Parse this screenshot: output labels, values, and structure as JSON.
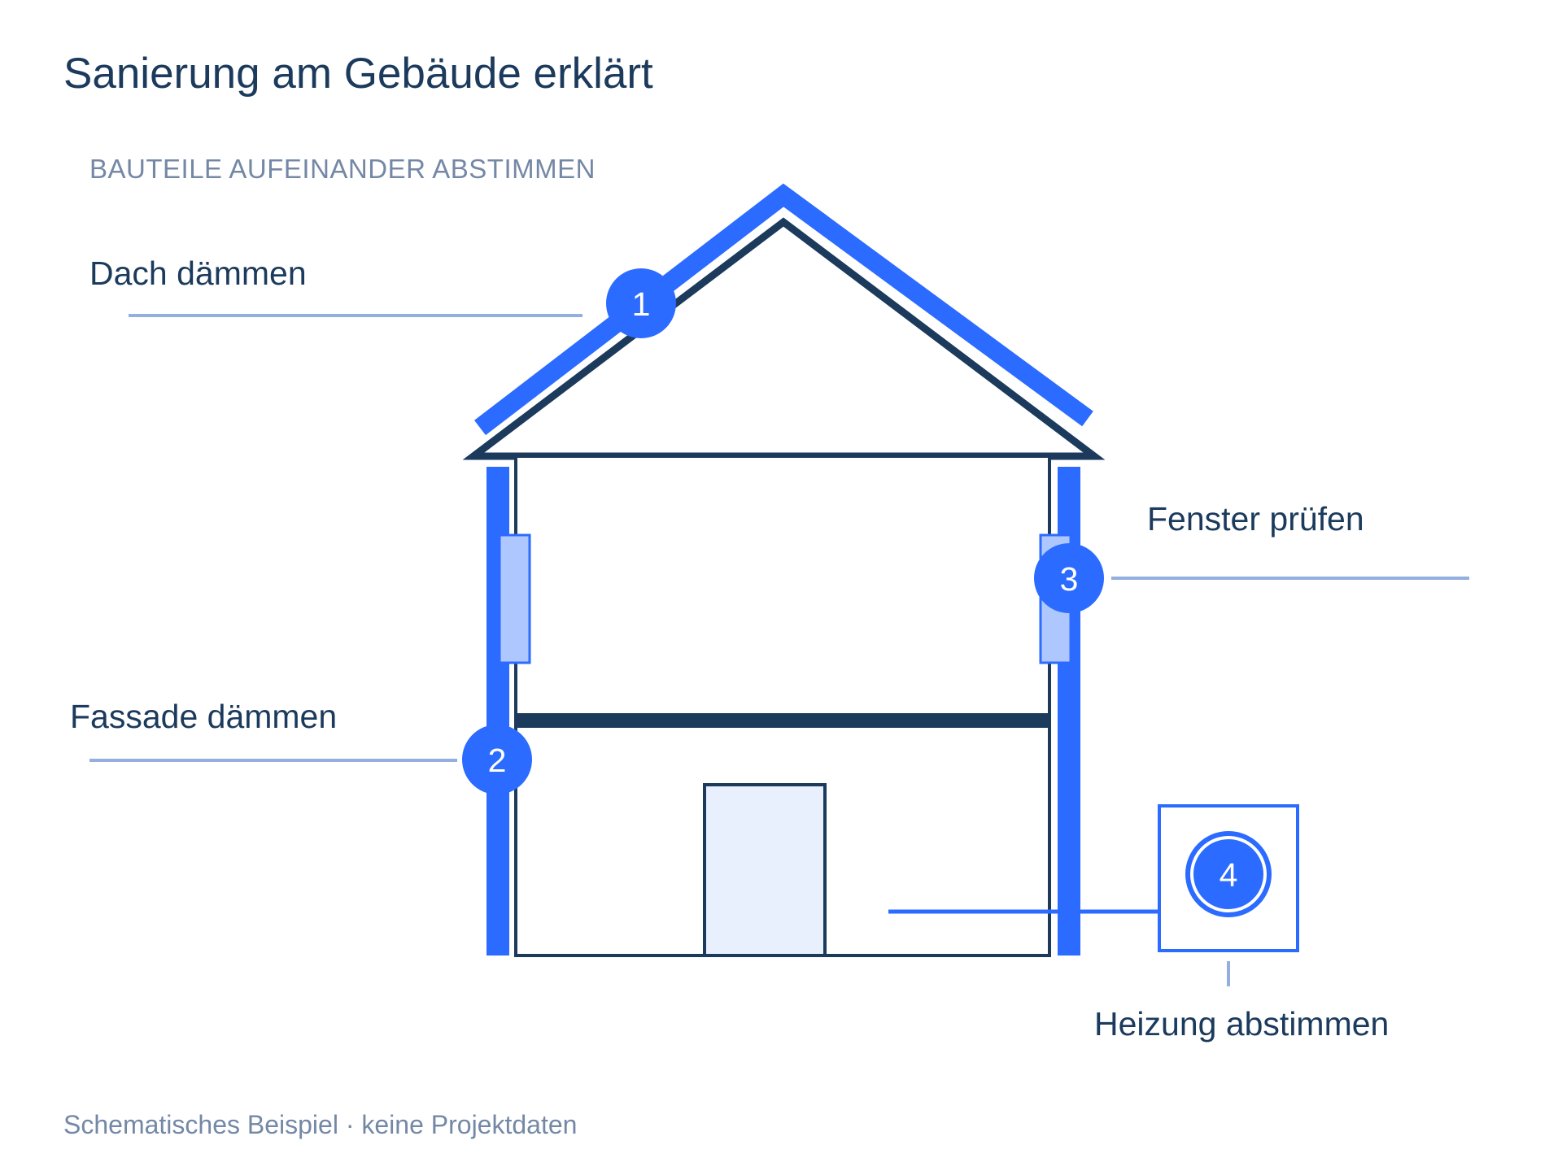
{
  "title": "Sanierung am Gebäude erklärt",
  "subtitle": "BAUTEILE AUFEINANDER ABSTIMMEN",
  "steps": [
    {
      "number": "1",
      "label": "Dach dämmen"
    },
    {
      "number": "2",
      "label": "Fassade dämmen"
    },
    {
      "number": "3",
      "label": "Fenster prüfen"
    },
    {
      "number": "4",
      "label": "Heizung abstimmen"
    }
  ],
  "footnote": "Schematisches Beispiel · keine Projektdaten",
  "colors": {
    "accent": "#2c6bff",
    "outline": "#1b3a5c",
    "leader": "#93afe0",
    "window_fill": "#aec8ff",
    "door_fill": "#e8f0fd",
    "muted_text": "#7488a6"
  }
}
